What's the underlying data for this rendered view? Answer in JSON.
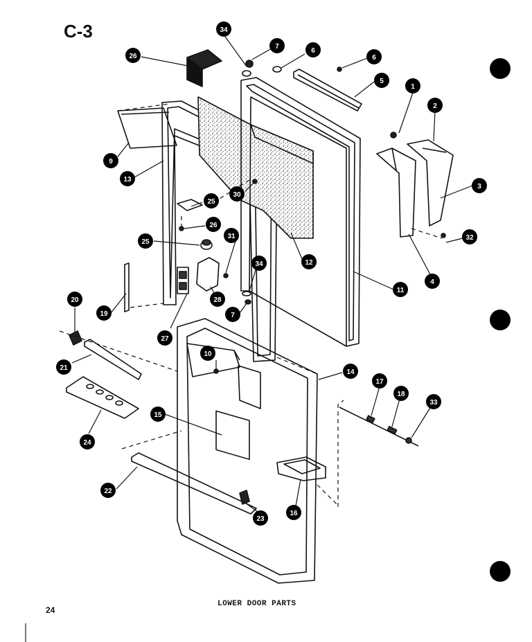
{
  "page_label": "C-3",
  "caption": "LOWER DOOR PARTS",
  "page_number": "24",
  "callouts": {
    "c1": "1",
    "c2": "2",
    "c3": "3",
    "c4": "4",
    "c5": "5",
    "c6a": "6",
    "c6b": "6",
    "c7a": "7",
    "c7b": "7",
    "c9": "9",
    "c10": "10",
    "c11": "11",
    "c12": "12",
    "c13": "13",
    "c14": "14",
    "c15": "15",
    "c16": "16",
    "c17": "17",
    "c18": "18",
    "c19": "19",
    "c20": "20",
    "c21": "21",
    "c22": "22",
    "c23": "23",
    "c24": "24",
    "c25a": "25",
    "c25b": "25",
    "c26a": "26",
    "c26b": "26",
    "c27": "27",
    "c28": "28",
    "c30": "30",
    "c31": "31",
    "c32": "32",
    "c33": "33",
    "c34a": "34",
    "c34b": "34"
  }
}
